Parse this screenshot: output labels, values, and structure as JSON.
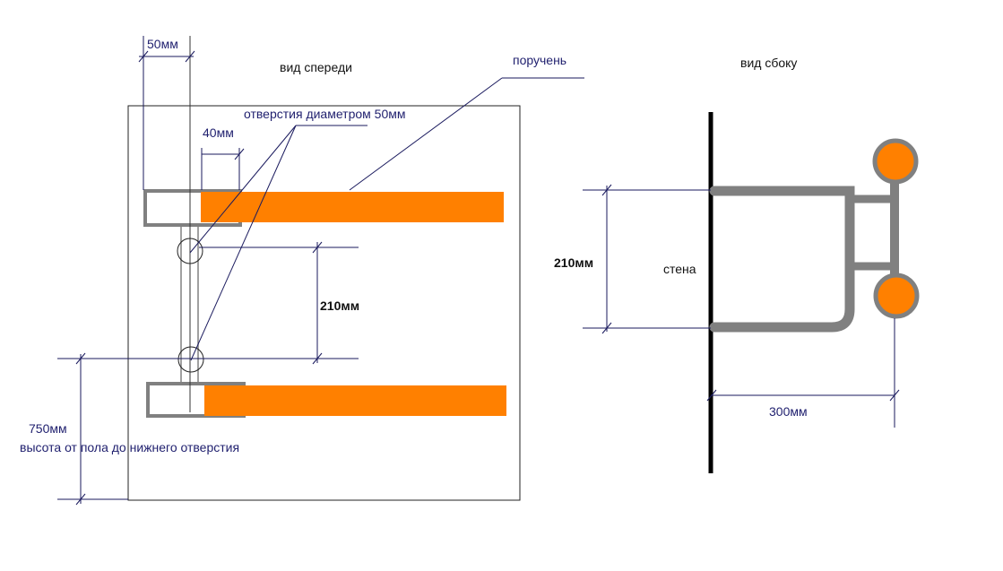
{
  "front_view": {
    "title": "вид спереди",
    "holes_label": "отверстия диаметром 50мм",
    "handrail_label": "поручень",
    "dim_width": "50мм",
    "dim_offset": "40мм",
    "dim_spacing": "210мм",
    "dim_height": "750мм",
    "height_note": "высота от пола до нижнего отверстия"
  },
  "side_view": {
    "title": "вид сбоку",
    "wall_label": "стена",
    "dim_spacing": "210мм",
    "dim_depth": "300мм"
  },
  "colors": {
    "handrail": "#ff8000",
    "bracket": "#808080",
    "dimension": "#1a1a5e"
  }
}
